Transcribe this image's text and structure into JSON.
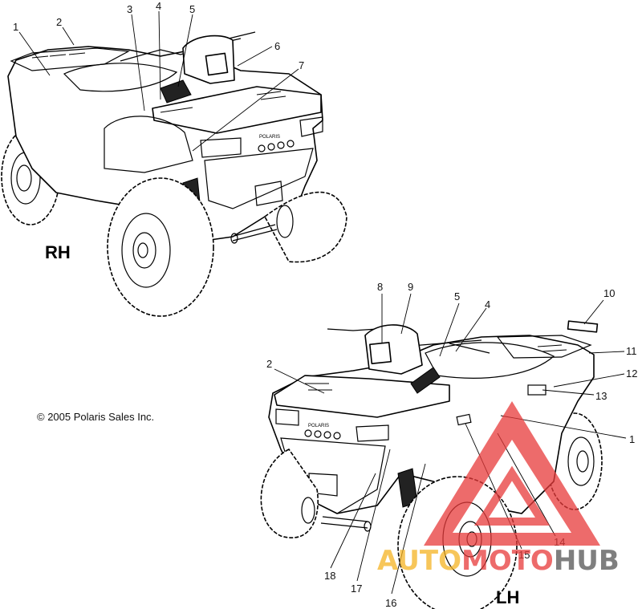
{
  "views": {
    "right": "RH",
    "left": "LH"
  },
  "copyright": "© 2005 Polaris Sales Inc.",
  "watermark": {
    "part1": "AUTO",
    "part2": "MOTO",
    "part3": "HUB",
    "colors": {
      "auto": "#f5b324",
      "moto": "#e83a3a",
      "hub": "#555555",
      "triangle": "#e83a3a"
    }
  },
  "decal_text": {
    "rh_grille": "POLARIS",
    "lh_grille": "POLARIS"
  },
  "callouts_rh": [
    {
      "num": "1"
    },
    {
      "num": "2"
    },
    {
      "num": "3"
    },
    {
      "num": "4"
    },
    {
      "num": "5"
    },
    {
      "num": "6"
    },
    {
      "num": "7"
    }
  ],
  "callouts_lh": [
    {
      "num": "8"
    },
    {
      "num": "9"
    },
    {
      "num": "5"
    },
    {
      "num": "4"
    },
    {
      "num": "10"
    },
    {
      "num": "11"
    },
    {
      "num": "12"
    },
    {
      "num": "13"
    },
    {
      "num": "1"
    },
    {
      "num": "2"
    },
    {
      "num": "14"
    },
    {
      "num": "15"
    },
    {
      "num": "16"
    },
    {
      "num": "17"
    },
    {
      "num": "18"
    }
  ]
}
